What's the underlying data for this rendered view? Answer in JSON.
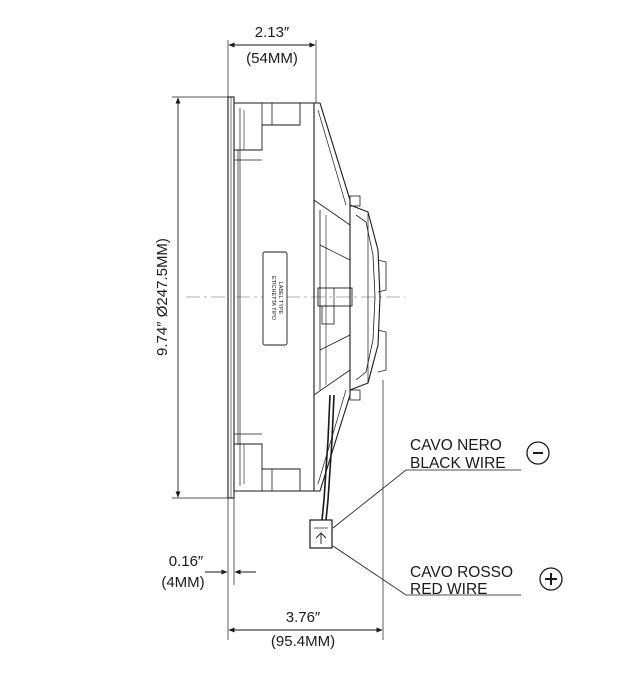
{
  "dimensions": {
    "depth_small": {
      "line1": "2.13″",
      "line2": "(54MM)"
    },
    "diameter": "9.74″ Ø247.5MM)",
    "flange": {
      "line1": "0.16″",
      "line2": "(4MM)"
    },
    "depth_total": {
      "line1": "3.76″",
      "line2": "(95.4MM)"
    }
  },
  "label_tag": {
    "line1": "ETICHETTA TIPO",
    "line2": "LABEL TYPE"
  },
  "wires": {
    "black": {
      "line1": "CAVO NERO",
      "line2": "BLACK WIRE",
      "symbol": "-"
    },
    "red": {
      "line1": "CAVO ROSSO",
      "line2": "RED WIRE",
      "symbol": "+"
    }
  }
}
